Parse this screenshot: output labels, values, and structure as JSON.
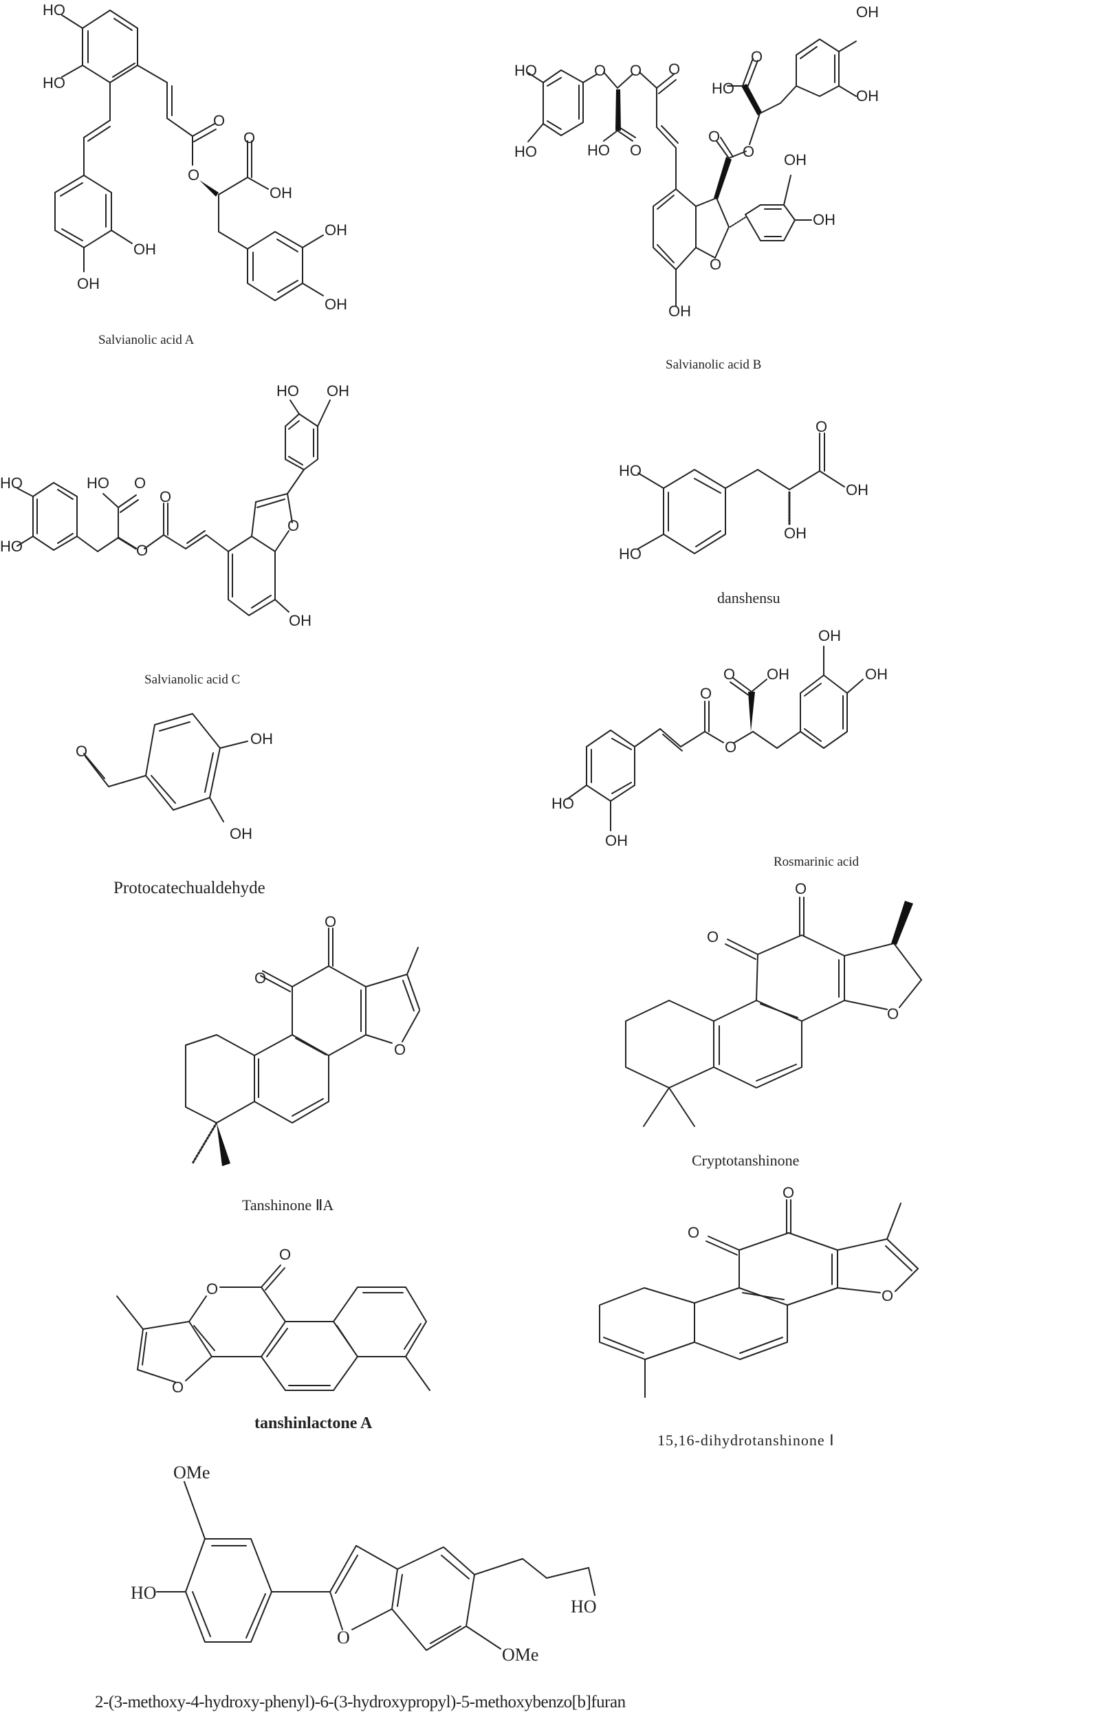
{
  "figure": {
    "compounds": [
      {
        "id": "salvianolic-acid-a",
        "name": "Salvianolic acid A",
        "atom_labels": [
          "HO",
          "HO",
          "O",
          "O",
          "O",
          "OH",
          "OH",
          "OH",
          "OH",
          "OH"
        ]
      },
      {
        "id": "salvianolic-acid-b",
        "name": "Salvianolic acid B",
        "atom_labels": [
          "HO",
          "HO",
          "O",
          "O",
          "O",
          "HO",
          "O",
          "O",
          "HO",
          "O",
          "O",
          "OH",
          "OH",
          "OH",
          "OH",
          "O",
          "OH"
        ]
      },
      {
        "id": "salvianolic-acid-c",
        "name": "Salvianolic acid C",
        "atom_labels": [
          "HO",
          "HO",
          "HO",
          "O",
          "O",
          "O",
          "O",
          "HO",
          "OH",
          "OH"
        ]
      },
      {
        "id": "danshensu",
        "name": "danshensu",
        "atom_labels": [
          "HO",
          "HO",
          "O",
          "OH",
          "OH"
        ]
      },
      {
        "id": "protocatechualdehyde",
        "name": "Protocatechualdehyde",
        "atom_labels": [
          "O",
          "OH",
          "OH"
        ]
      },
      {
        "id": "rosmarinic-acid",
        "name": "Rosmarinic acid",
        "atom_labels": [
          "HO",
          "OH",
          "O",
          "O",
          "O",
          "OH",
          "OH",
          "OH"
        ]
      },
      {
        "id": "tanshinone-iia",
        "name": "Tanshinone ⅡA",
        "atom_labels": [
          "O",
          "O",
          "O"
        ]
      },
      {
        "id": "cryptotanshinone",
        "name": "Cryptotanshinone",
        "atom_labels": [
          "O",
          "O",
          "O"
        ]
      },
      {
        "id": "tanshinlactone-a",
        "name": "tanshinlactone A",
        "atom_labels": [
          "O",
          "O",
          "O"
        ]
      },
      {
        "id": "dihydrotanshinone-i",
        "name": "15,16-dihydrotanshinone Ⅰ",
        "atom_labels": [
          "O",
          "O",
          "O"
        ]
      },
      {
        "id": "benzofuran-derivative",
        "name": "2-(3-methoxy-4-hydroxy-phenyl)-6-(3-hydroxypropyl)-5-methoxybenzo[b]furan",
        "atom_labels": [
          "OMe",
          "HO",
          "O",
          "HO",
          "OMe"
        ]
      }
    ]
  }
}
